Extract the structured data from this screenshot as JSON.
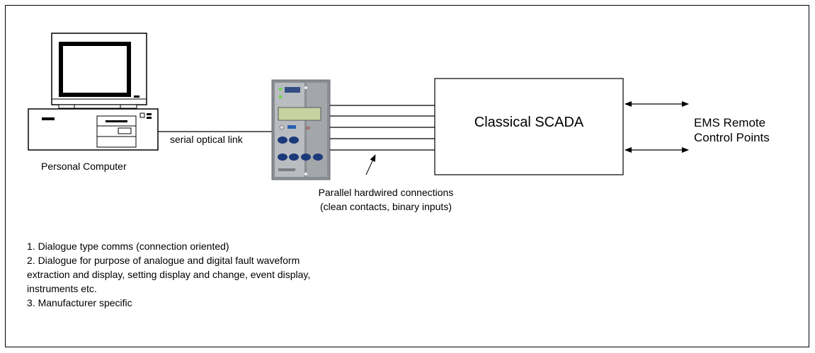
{
  "pc_label": "Personal Computer",
  "link_label": "serial optical link",
  "scada_label": "Classical SCADA",
  "ems_label_line1": "EMS Remote",
  "ems_label_line2": "Control Points",
  "parallel_label_line1": "Parallel hardwired connections",
  "parallel_label_line2": "(clean contacts, binary inputs)",
  "notes": [
    "1.  Dialogue type comms (connection oriented)",
    "2.  Dialogue for purpose of analogue and digital fault waveform extraction and display, setting display and change, event display, instruments etc.",
    "3.  Manufacturer specific"
  ],
  "colors": {
    "device_body": "#8a8d92",
    "device_panel": "#b9bcc0",
    "lcd": "#c7d2a0",
    "button": "#1c3a7a",
    "led": "#6fd84a"
  }
}
